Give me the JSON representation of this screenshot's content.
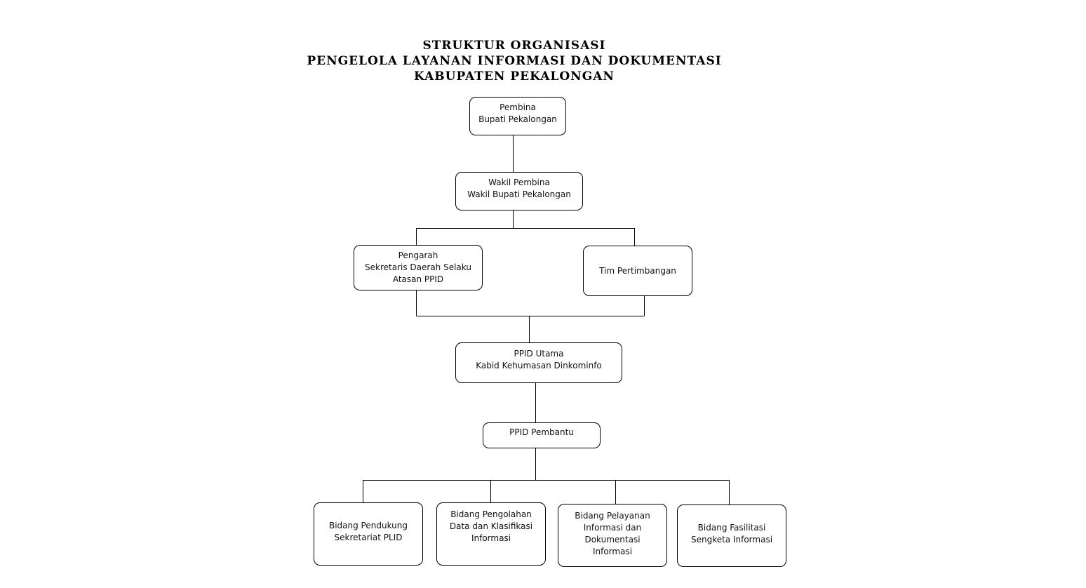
{
  "title": {
    "line1": "STRUKTUR ORGANISASI",
    "line2": "PENGELOLA LAYANAN INFORMASI DAN DOKUMENTASI",
    "line3": "KABUPATEN PEKALONGAN"
  },
  "nodes": {
    "pembina": [
      "Pembina",
      "Bupati Pekalongan"
    ],
    "wakil_pembina": [
      "Wakil Pembina",
      "Wakil Bupati Pekalongan"
    ],
    "pengarah": [
      "Pengarah",
      "Sekretaris Daerah Selaku",
      "Atasan PPID"
    ],
    "tim_pertimbangan": [
      "Tim Pertimbangan"
    ],
    "ppid_utama": [
      "PPID Utama",
      "Kabid Kehumasan Dinkominfo"
    ],
    "ppid_pembantu": [
      "PPID Pembantu"
    ],
    "bidang_pendukung": [
      "Bidang Pendukung",
      "Sekretariat PLID"
    ],
    "bidang_pengolahan": [
      "Bidang Pengolahan",
      "Data dan Klasifikasi",
      "Informasi"
    ],
    "bidang_pelayanan": [
      "Bidang Pelayanan",
      "Informasi dan",
      "Dokumentasi",
      "Informasi"
    ],
    "bidang_fasilitasi": [
      "Bidang Fasilitasi",
      "Sengketa Informasi"
    ]
  }
}
